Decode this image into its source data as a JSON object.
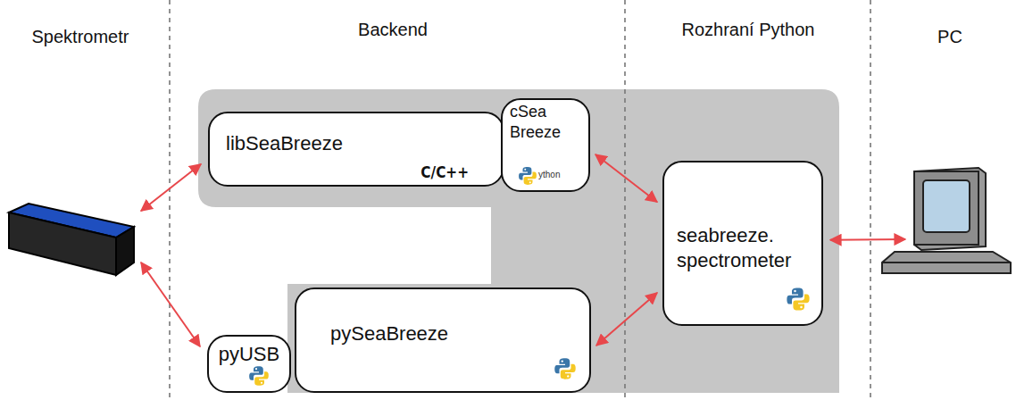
{
  "diagram": {
    "nodes": [
      {
        "text": [
          "Spektrometr"
        ]
      },
      {
        "text": [
          "libSeaBreeze",
          "C/C++"
        ]
      },
      {
        "text": [
          "cSea Breeze",
          "ython"
        ]
      },
      {
        "text": [
          "pyUSB"
        ]
      },
      {
        "text": [
          "pySeaBreeze"
        ]
      },
      {
        "text": [
          "seabreeze. spectrometer"
        ]
      },
      {
        "text": [
          "PC"
        ]
      }
    ],
    "edges": [
      {
        "from": 0,
        "to": 1,
        "arrow": "both"
      },
      {
        "from": 0,
        "to": 3,
        "arrow": "both"
      },
      {
        "from": 2,
        "to": 5,
        "arrow": "both"
      },
      {
        "from": 4,
        "to": 5,
        "arrow": "both"
      },
      {
        "from": 5,
        "to": 6,
        "arrow": "both"
      }
    ],
    "labels": [
      "Backend",
      "Rozhraní Python"
    ]
  }
}
